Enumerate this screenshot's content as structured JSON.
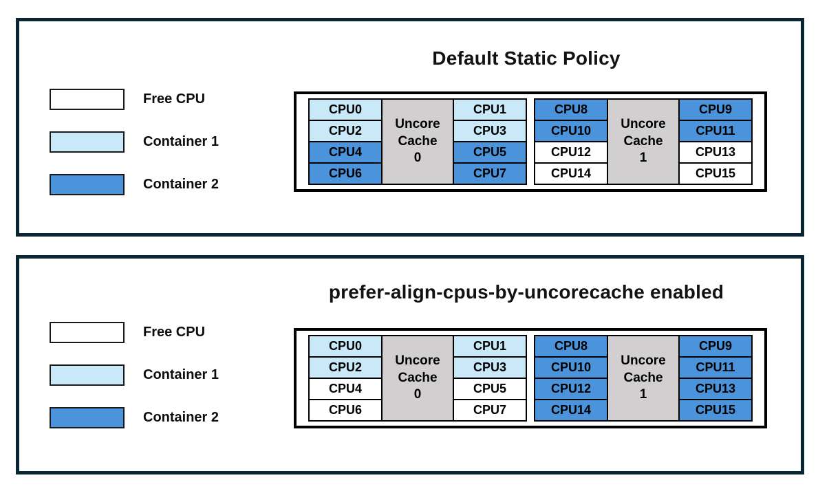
{
  "colors": {
    "frame": "#0a2635",
    "free_cpu": "#ffffff",
    "container1": "#c9e8f8",
    "container2": "#4b93da",
    "uncore": "#d1cfcf"
  },
  "legend": {
    "items": [
      {
        "label": "Free CPU",
        "state": "free"
      },
      {
        "label": "Container 1",
        "state": "container1"
      },
      {
        "label": "Container 2",
        "state": "container2"
      }
    ]
  },
  "panels": [
    {
      "title": "Default Static Policy",
      "groups": [
        {
          "cache_label": "Uncore\nCache\n0",
          "left_cpus": [
            {
              "label": "CPU0",
              "state": "container1"
            },
            {
              "label": "CPU2",
              "state": "container1"
            },
            {
              "label": "CPU4",
              "state": "container2"
            },
            {
              "label": "CPU6",
              "state": "container2"
            }
          ],
          "right_cpus": [
            {
              "label": "CPU1",
              "state": "container1"
            },
            {
              "label": "CPU3",
              "state": "container1"
            },
            {
              "label": "CPU5",
              "state": "container2"
            },
            {
              "label": "CPU7",
              "state": "container2"
            }
          ]
        },
        {
          "cache_label": "Uncore\nCache\n1",
          "left_cpus": [
            {
              "label": "CPU8",
              "state": "container2"
            },
            {
              "label": "CPU10",
              "state": "container2"
            },
            {
              "label": "CPU12",
              "state": "free"
            },
            {
              "label": "CPU14",
              "state": "free"
            }
          ],
          "right_cpus": [
            {
              "label": "CPU9",
              "state": "container2"
            },
            {
              "label": "CPU11",
              "state": "container2"
            },
            {
              "label": "CPU13",
              "state": "free"
            },
            {
              "label": "CPU15",
              "state": "free"
            }
          ]
        }
      ]
    },
    {
      "title": "prefer-align-cpus-by-uncorecache enabled",
      "groups": [
        {
          "cache_label": "Uncore\nCache\n0",
          "left_cpus": [
            {
              "label": "CPU0",
              "state": "container1"
            },
            {
              "label": "CPU2",
              "state": "container1"
            },
            {
              "label": "CPU4",
              "state": "free"
            },
            {
              "label": "CPU6",
              "state": "free"
            }
          ],
          "right_cpus": [
            {
              "label": "CPU1",
              "state": "container1"
            },
            {
              "label": "CPU3",
              "state": "container1"
            },
            {
              "label": "CPU5",
              "state": "free"
            },
            {
              "label": "CPU7",
              "state": "free"
            }
          ]
        },
        {
          "cache_label": "Uncore\nCache\n1",
          "left_cpus": [
            {
              "label": "CPU8",
              "state": "container2"
            },
            {
              "label": "CPU10",
              "state": "container2"
            },
            {
              "label": "CPU12",
              "state": "container2"
            },
            {
              "label": "CPU14",
              "state": "container2"
            }
          ],
          "right_cpus": [
            {
              "label": "CPU9",
              "state": "container2"
            },
            {
              "label": "CPU11",
              "state": "container2"
            },
            {
              "label": "CPU13",
              "state": "container2"
            },
            {
              "label": "CPU15",
              "state": "container2"
            }
          ]
        }
      ]
    }
  ]
}
